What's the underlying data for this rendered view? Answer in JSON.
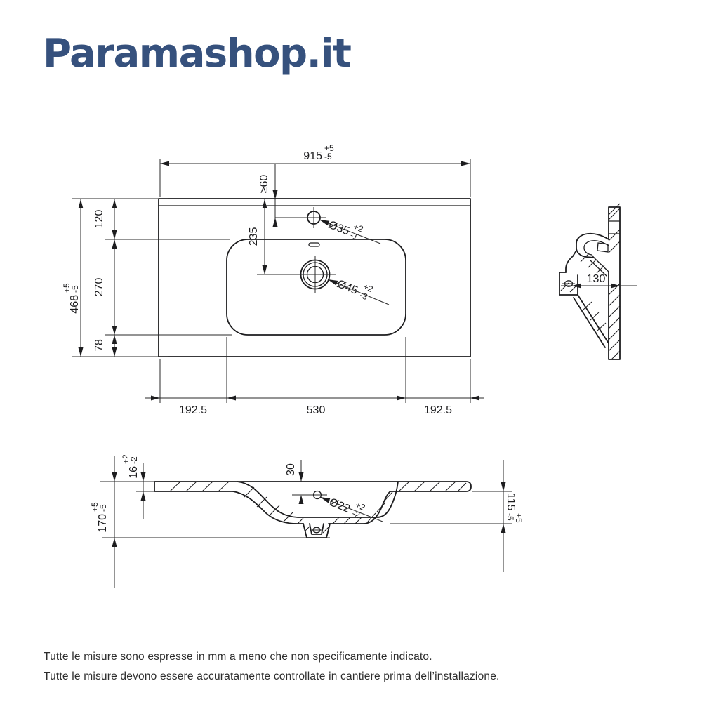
{
  "brand": {
    "logo": "Paramashop.it",
    "color": "#36517d"
  },
  "line_color": "#1d1d1f",
  "plan": {
    "width": {
      "value": "915",
      "plus": "+5",
      "minus": "-5"
    },
    "height": {
      "value": "468",
      "plus": "+5",
      "minus": "-5"
    },
    "zone_back": "120",
    "zone_bowl": "270",
    "zone_front": "78",
    "tap_min_from_edge": "≥60",
    "drain_from_edge": "235",
    "tap_hole": {
      "value": "Ø35",
      "plus": "+2",
      "minus": "-1"
    },
    "drain_hole": {
      "value": "Ø45",
      "plus": "+2",
      "minus": "-3"
    },
    "margin_left": "192.5",
    "bowl_width": "530",
    "margin_right": "192.5"
  },
  "side": {
    "depth": "130"
  },
  "section": {
    "rim_thickness": {
      "value": "16",
      "plus": "+2",
      "minus": "-2"
    },
    "total_height": {
      "value": "170",
      "plus": "+5",
      "minus": "-5"
    },
    "overflow_depth": "30",
    "overflow_hole": {
      "value": "Ø22",
      "plus": "+2",
      "minus": "-2"
    },
    "bowl_depth": {
      "value": "115",
      "plus": "+5",
      "minus": "-5"
    }
  },
  "footer": {
    "line1": "Tutte le misure sono espresse in mm a meno che non specificamente indicato.",
    "line2": "Tutte le misure devono essere accuratamente controllate in cantiere prima dell’installazione."
  }
}
